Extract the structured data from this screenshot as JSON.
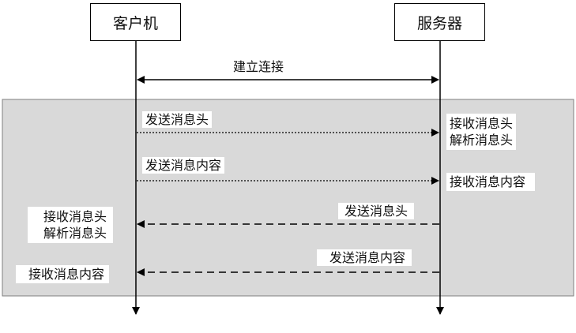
{
  "actors": {
    "client": "客户机",
    "server": "服务器"
  },
  "connect": {
    "label": "建立连接"
  },
  "client_to_server": {
    "send_header": "发送消息头",
    "recv_header": "接收消息头",
    "parse_header": "解析消息头",
    "send_body": "发送消息内容",
    "recv_body": "接收消息内容"
  },
  "server_to_client": {
    "send_header": "发送消息头",
    "recv_header": "接收消息头",
    "parse_header": "解析消息头",
    "send_body": "发送消息内容",
    "recv_body": "接收消息内容"
  },
  "colors": {
    "panel_fill": "#d9d9d9",
    "panel_stroke": "#7f7f7f",
    "line": "#000000"
  }
}
